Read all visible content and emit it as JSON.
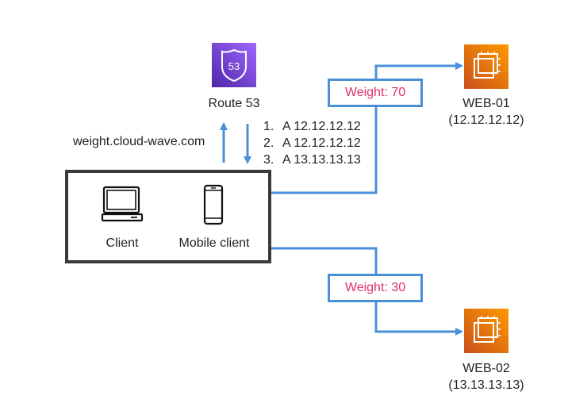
{
  "route53": {
    "label": "Route 53",
    "badge": "53",
    "icon": "route53-icon"
  },
  "query_domain": "weight.cloud-wave.com",
  "dns_answers": [
    {
      "num": "1.",
      "record": "A 12.12.12.12"
    },
    {
      "num": "2.",
      "record": "A 12.12.12.12"
    },
    {
      "num": "3.",
      "record": "A 13.13.13.13"
    }
  ],
  "clients": {
    "client_label": "Client",
    "mobile_label": "Mobile client"
  },
  "weights": {
    "web01": "Weight: 70",
    "web02": "Weight: 30"
  },
  "servers": {
    "web01": {
      "name": "WEB-01",
      "ip": "(12.12.12.12)",
      "icon": "ec2-instance-icon"
    },
    "web02": {
      "name": "WEB-02",
      "ip": "(13.13.13.13)",
      "icon": "ec2-instance-icon"
    }
  },
  "colors": {
    "arrow": "#4a90d9",
    "weight_text": "#e0306a",
    "ec2": "#ff9900",
    "route53": "#8c4fff"
  }
}
